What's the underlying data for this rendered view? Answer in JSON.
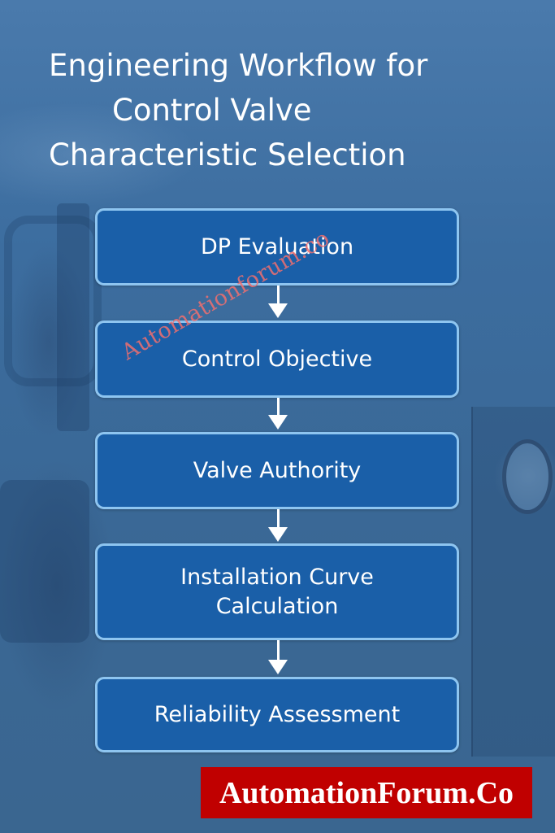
{
  "title": {
    "lines": [
      "Engineering Workflow for",
      "Control Valve",
      "Characteristic Selection"
    ]
  },
  "steps": [
    {
      "label": "DP Evaluation"
    },
    {
      "label": "Control Objective"
    },
    {
      "label": "Valve Authority"
    },
    {
      "label": "Installation Curve\nCalculation",
      "lines": [
        "Installation Curve",
        "Calculation"
      ]
    },
    {
      "label": "Reliability Assessment"
    }
  ],
  "watermark": {
    "text": "Automationforum.co"
  },
  "brand": {
    "text": "AutomationForum.Co"
  },
  "colors": {
    "background": "#3a6a98",
    "box_fill": "#1a5fa8",
    "box_border": "#8ec5f0",
    "text": "#ffffff",
    "brand_bg": "#c00000",
    "watermark": "#f06e6e"
  }
}
